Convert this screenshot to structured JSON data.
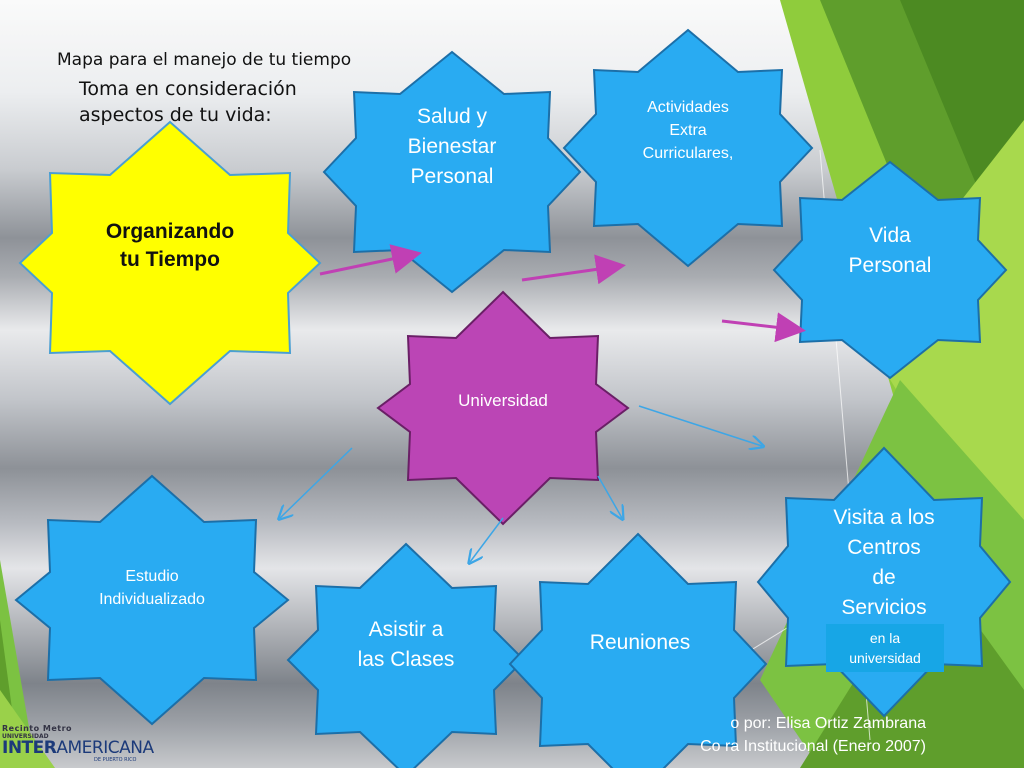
{
  "header": {
    "title": "Mapa para el manejo de tu tiempo",
    "subtitle_line1": "Toma en consideración",
    "subtitle_line2": "aspectos de tu vida:"
  },
  "nodes": {
    "organizando": "Organizando\ntu  Tiempo",
    "salud": "Salud y\nBienestar\nPersonal",
    "actividades": "Actividades\nExtra\nCurriculares,",
    "vida_personal": "Vida\nPersonal",
    "universidad": "Universidad",
    "visita": "Visita a los\nCentros\nde\nServicios",
    "visita_note": "en la\nuniversidad",
    "estudio": "Estudio\nIndividualizado",
    "asistir": "Asistir a\nlas Clases",
    "reuniones": "Reuniones"
  },
  "credit": "o por: Elisa Ortiz Zambrana\nCo        ra Institucional (Enero 2007)",
  "logo": {
    "line1": "Recinto Metro",
    "line2": "UNIVERSIDAD",
    "brand_bold": "INTER",
    "brand_regular": "AMERICANA",
    "line4": "DE PUERTO RICO"
  },
  "colors": {
    "central_star": "#ffff00",
    "topic_star": "#29abf2",
    "university_star": "#bb45b5",
    "arrow_magenta": "#c040b4",
    "arrow_blue": "#3da6e6",
    "accent_green": "#8fcc3c"
  }
}
